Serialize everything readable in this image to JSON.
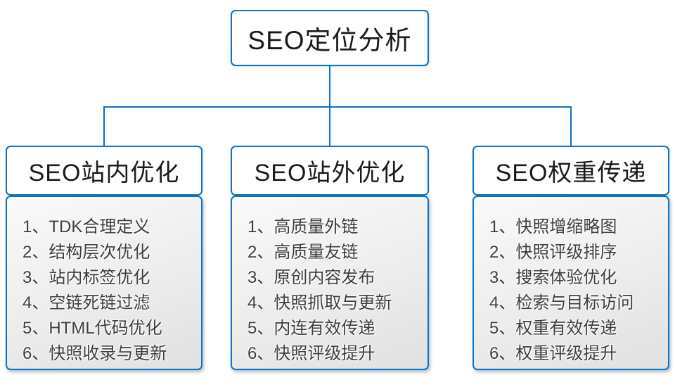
{
  "root": {
    "label": "SEO定位分析"
  },
  "columns": [
    {
      "title": "SEO站内优化",
      "items": [
        "1、TDK合理定义",
        "2、结构层次优化",
        "3、站内标签优化",
        "4、空链死链过滤",
        "5、HTML代码优化",
        "6、快照收录与更新"
      ]
    },
    {
      "title": "SEO站外优化",
      "items": [
        "1、高质量外链",
        "2、高质量友链",
        "3、原创内容发布",
        "4、快照抓取与更新",
        "5、内连有效传递",
        "6、快照评级提升"
      ]
    },
    {
      "title": "SEO权重传递",
      "items": [
        "1、快照增缩略图",
        "2、快照评级排序",
        "3、搜索体验优化",
        "4、检索与目标访问",
        "5、权重有效传递",
        "6、权重评级提升"
      ]
    }
  ],
  "colors": {
    "accent": "#0b72c4",
    "title_text": "#1a1a1a",
    "list_text": "#3d3d3d",
    "list_bg_top": "#fafafa",
    "list_bg_bottom": "#e1e1e1"
  }
}
